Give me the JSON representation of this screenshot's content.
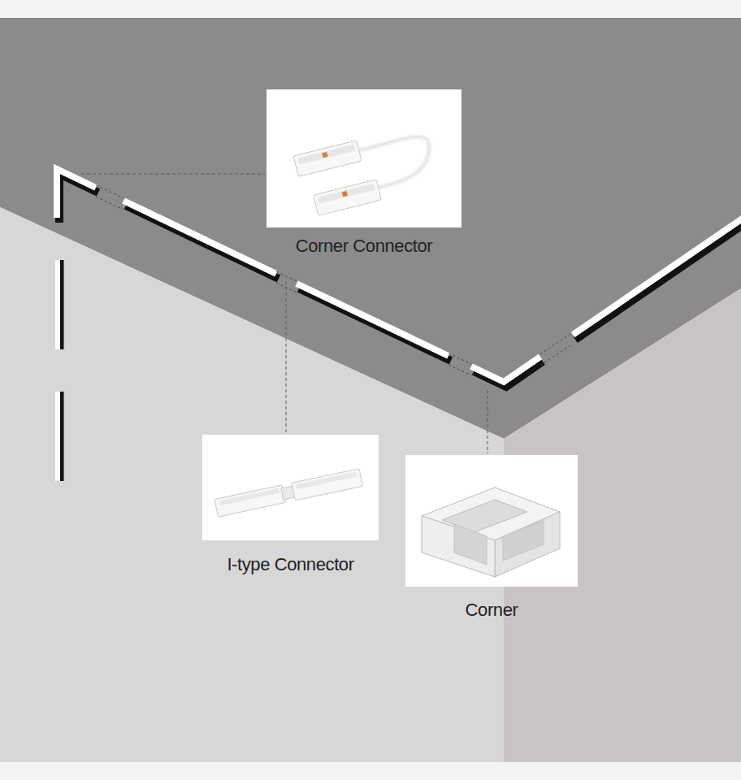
{
  "diagram": {
    "nodes": [
      {
        "text": [
          "Corner Connector"
        ]
      },
      {
        "text": [
          "I-type Connector"
        ]
      },
      {
        "text": [
          "Corner"
        ]
      }
    ]
  }
}
